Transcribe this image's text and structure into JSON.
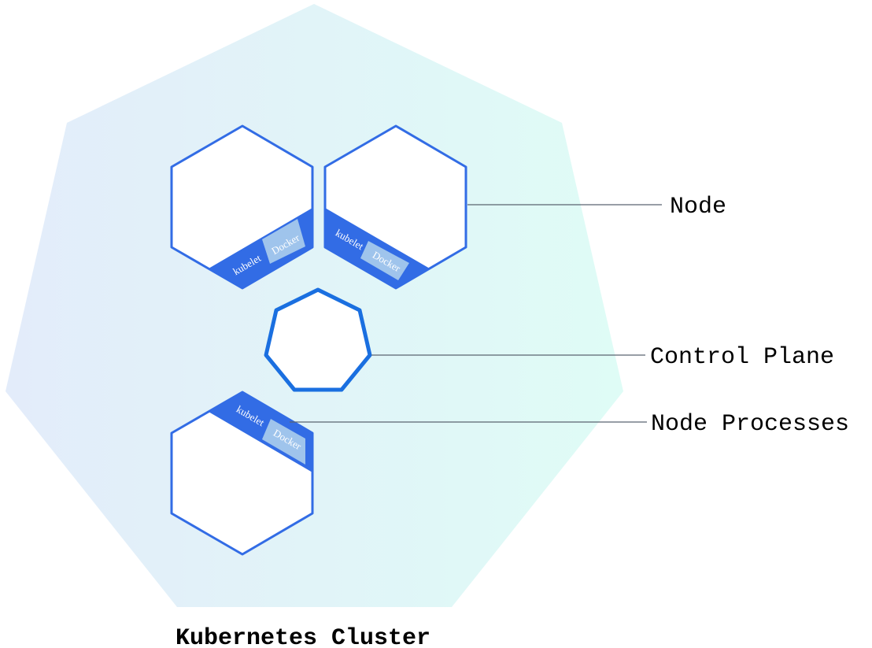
{
  "title": "Kubernetes Cluster",
  "labels": {
    "node": "Node",
    "control_plane": "Control Plane",
    "node_processes": "Node Processes"
  },
  "process_labels": {
    "kubelet": "kubelet",
    "docker": "Docker"
  },
  "colors": {
    "cluster_gradient_start": "#e3ecfa",
    "cluster_gradient_end": "#dffcf6",
    "node_stroke": "#326ce5",
    "band_fill": "#326ce5",
    "docker_fill": "#9fc4ec",
    "control_plane_stroke": "#1a6fe0",
    "leader_line": "#5a6470",
    "text": "#000000"
  }
}
